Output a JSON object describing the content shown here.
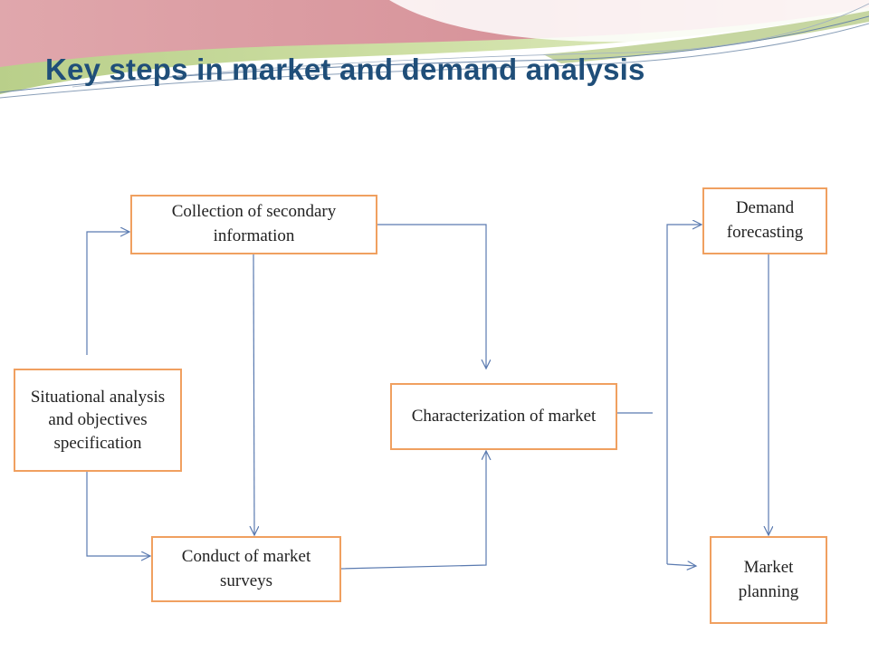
{
  "title": "Key steps in market and demand analysis",
  "colors": {
    "title": "#1f4e79",
    "box_border": "#f0a060",
    "connector": "#5a7ab0",
    "banner_pink": "#d9929b",
    "banner_green": "#c5d79a"
  },
  "boxes": {
    "collection": "Collection of secondary information",
    "situational": "Situational analysis and objectives specification",
    "characterization": "Characterization of market",
    "surveys": "Conduct of market surveys",
    "demand": "Demand forecasting",
    "planning": "Market planning"
  },
  "connections": [
    {
      "from": "situational",
      "to": "collection"
    },
    {
      "from": "situational",
      "to": "surveys"
    },
    {
      "from": "collection",
      "to": "surveys"
    },
    {
      "from": "collection",
      "to": "characterization"
    },
    {
      "from": "surveys",
      "to": "characterization"
    },
    {
      "from": "characterization",
      "to": "demand"
    },
    {
      "from": "characterization",
      "to": "planning"
    },
    {
      "from": "demand",
      "to": "planning"
    }
  ]
}
